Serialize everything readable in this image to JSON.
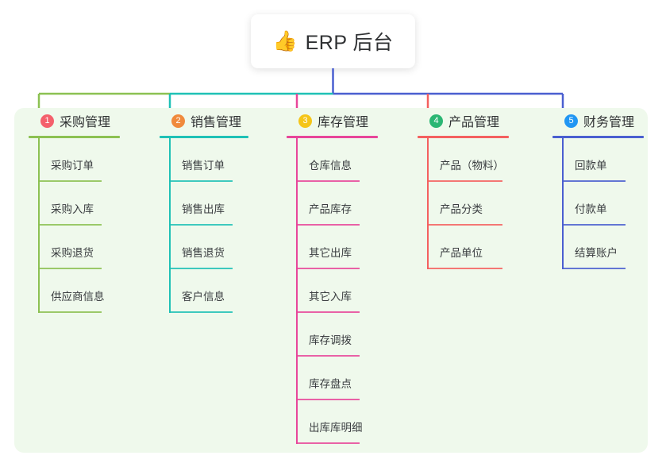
{
  "root": {
    "icon": "thumbs-up-emoji",
    "emoji": "👍",
    "title": "ERP 后台"
  },
  "panel": {
    "background_color": "#eff9ec"
  },
  "columns": [
    {
      "number": "1",
      "title": "采购管理",
      "badge_color": "#f4606c",
      "line_color": "#8cc152",
      "items": [
        "采购订单",
        "采购入库",
        "采购退货",
        "供应商信息"
      ]
    },
    {
      "number": "2",
      "title": "销售管理",
      "badge_color": "#f08a3c",
      "line_color": "#1fc1b6",
      "items": [
        "销售订单",
        "销售出库",
        "销售退货",
        "客户信息"
      ]
    },
    {
      "number": "3",
      "title": "库存管理",
      "badge_color": "#f5c518",
      "line_color": "#e8469a",
      "items": [
        "仓库信息",
        "产品库存",
        "其它出库",
        "其它入库",
        "库存调拨",
        "库存盘点",
        "出库库明细"
      ]
    },
    {
      "number": "4",
      "title": "产品管理",
      "badge_color": "#2bb673",
      "line_color": "#f4605f",
      "items": [
        "产品（物料）",
        "产品分类",
        "产品单位"
      ]
    },
    {
      "number": "5",
      "title": "财务管理",
      "badge_color": "#2196f3",
      "line_color": "#4a5fd0",
      "items": [
        "回款单",
        "付款单",
        "结算账户"
      ]
    }
  ]
}
